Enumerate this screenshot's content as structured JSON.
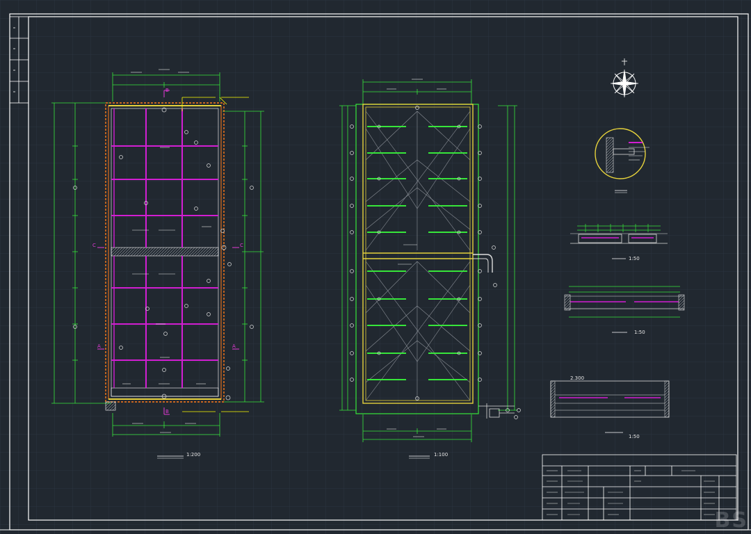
{
  "colors": {
    "background": "#212830",
    "grid": "#2c3440",
    "frame": "#ffffff",
    "dimension": "#37e63a",
    "beam": "#d21ed2",
    "wall": "#ff7a1a",
    "outline": "#e6d23c",
    "accent": "#ffff00",
    "section_mark": "#e23ad6"
  },
  "drawings": {
    "left_plan_scale": "1:200",
    "right_plan_scale": "1:100",
    "section_c_scale": "1:50",
    "section_b_scale": "1:50",
    "section_a_scale": "1:50",
    "detail_elevation": "2.300"
  },
  "section_marks": {
    "c": "C",
    "a": "A",
    "b": "B"
  },
  "watermark": "BS"
}
